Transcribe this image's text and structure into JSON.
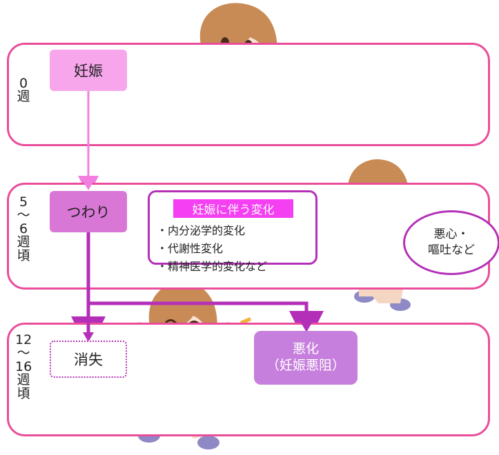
{
  "stages": [
    {
      "week": "0\n週",
      "box": "妊娠"
    },
    {
      "week": "5\n〜\n6\n週\n頃",
      "box": "つわり"
    },
    {
      "week": "12\n〜\n16\n週\n頃",
      "box_left": "消失",
      "box_right_line1": "悪化",
      "box_right_line2": "（妊娠悪阻）"
    }
  ],
  "changes": {
    "title": "妊娠に伴う変化",
    "items": [
      "・内分泌学的変化",
      "・代謝性変化",
      "・精神医学的変化など"
    ]
  },
  "symptom": {
    "line1": "悪心・",
    "line2": "嘔吐など"
  },
  "colors": {
    "frame": "#ea4c9a",
    "pregnancy_box": "#f7a6ec",
    "tsuwari_box": "#d977d7",
    "worse_box": "#c67fdc",
    "change_title_bg": "#f43ff2",
    "arrow_pink": "#f27fe0",
    "arrow_purple": "#b42fb8"
  }
}
